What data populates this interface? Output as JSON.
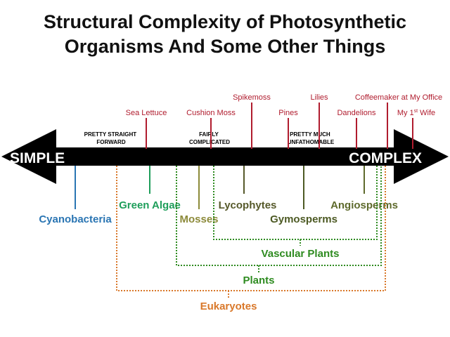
{
  "title": {
    "line1": "Structural Complexity of Photosynthetic",
    "line2": "Organisms And Some Other Things"
  },
  "arrow": {
    "left_label": "SIMPLE",
    "right_label": "COMPLEX",
    "color": "#000000",
    "label_color": "#ffffff"
  },
  "scale_notes": [
    {
      "line1": "PRETTY STRAIGHT",
      "line2": "FORWARD"
    },
    {
      "line1": "FAIRLY",
      "line2": "COMPLICATED"
    },
    {
      "line1": "PRETTY MUCH",
      "line2": "UNFATHOMABLE"
    }
  ],
  "other_things": {
    "color": "#b01c2e",
    "items": [
      "Sea Lettuce",
      "Cushion Moss",
      "Spikemoss",
      "Pines",
      "Lilies",
      "Dandelions",
      "Coffeemaker at My Office",
      "My 1st Wife"
    ]
  },
  "wife_label": {
    "pre": "My 1",
    "sup": "st",
    "post": " Wife"
  },
  "organisms": [
    {
      "name": "Cyanobacteria",
      "color": "#2a75b3"
    },
    {
      "name": "Green Algae",
      "color": "#1e9e5a"
    },
    {
      "name": "Mosses",
      "color": "#8c8a3a"
    },
    {
      "name": "Lycophytes",
      "color": "#56592a"
    },
    {
      "name": "Gymosperms",
      "color": "#4d5a24"
    },
    {
      "name": "Angiosperms",
      "color": "#5e6a2c"
    }
  ],
  "groups": [
    {
      "name": "Vascular Plants",
      "color": "#2e8b20"
    },
    {
      "name": "Plants",
      "color": "#2e8b20"
    },
    {
      "name": "Eukaryotes",
      "color": "#d9782a"
    }
  ]
}
